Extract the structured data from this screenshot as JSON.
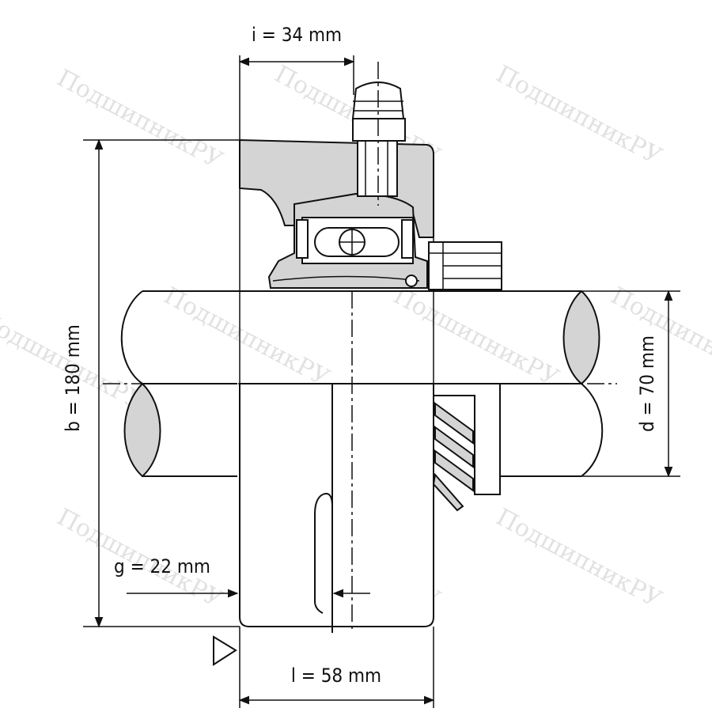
{
  "dimensions": {
    "i": "i = 34 mm",
    "b": "b = 180 mm",
    "d": "d = 70 mm",
    "g": "g = 22 mm",
    "l": "l = 58 mm"
  },
  "watermark": "ПодшипникРУ",
  "colors": {
    "line": "#111111",
    "fill_gray": "#d4d4d4",
    "watermark": "#c9c9c9"
  }
}
